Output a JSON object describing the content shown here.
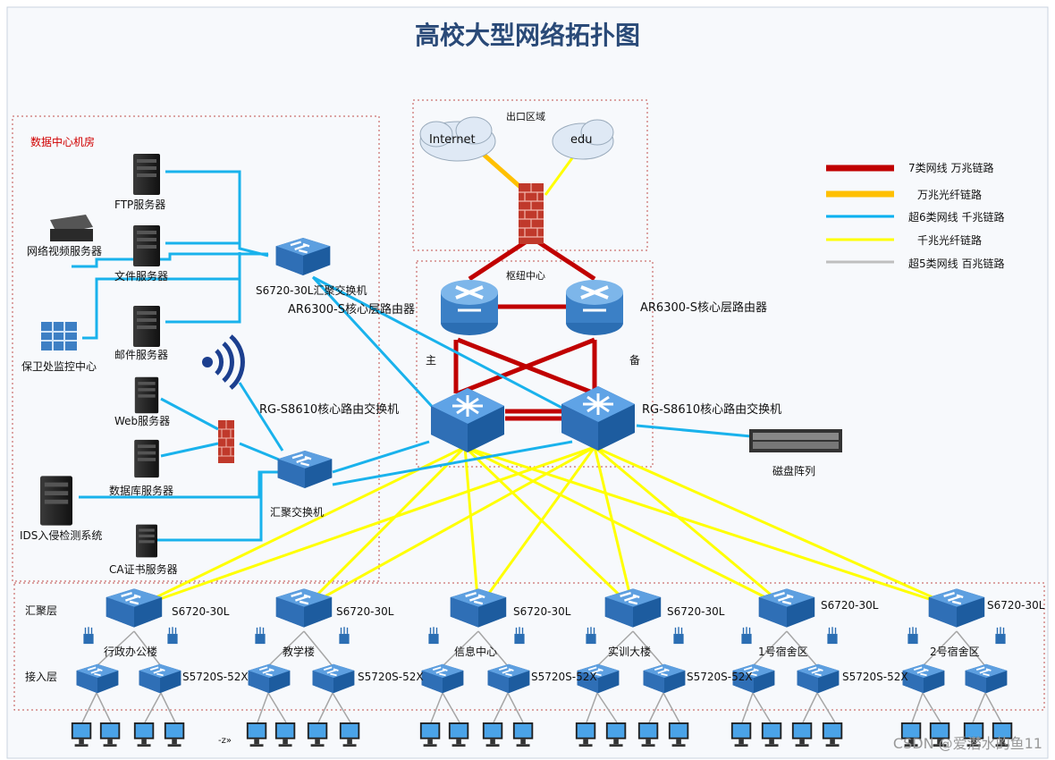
{
  "title": "高校大型网络拓扑图",
  "zones": {
    "data_center": "数据中心机房",
    "exit_zone": "出口区域",
    "hub": "枢纽中心",
    "aggregation_layer": "汇聚层",
    "access_layer": "接入层"
  },
  "clouds": [
    "Internet",
    "edu"
  ],
  "servers": {
    "ftp": "FTP服务器",
    "video": "网络视频服务器",
    "file": "文件服务器",
    "mail": "邮件服务器",
    "web": "Web服务器",
    "db": "数据库服务器",
    "ids": "IDS入侵检测系统",
    "ca": "CA证书服务器",
    "security": "保卫处监控中心"
  },
  "devices": {
    "dc_switch": "S6720-30L汇聚交换机",
    "router_left": "AR6300-S核心层路由器",
    "router_right": "AR6300-S核心层路由器",
    "core_left": "RG-S8610核心路由交换机",
    "core_right": "RG-S8610核心路由交换机",
    "agg_switch": "汇聚交换机",
    "storage": "磁盘阵列",
    "main": "主",
    "backup": "备"
  },
  "legend": [
    {
      "label": "7类网线 万兆链路",
      "color": "#c00000"
    },
    {
      "label": "万兆光纤链路",
      "color": "#ffc000"
    },
    {
      "label": "超6类网线 千兆链路",
      "color": "#00b0f0"
    },
    {
      "label": "千兆光纤链路",
      "color": "#ffff00"
    },
    {
      "label": "超5类网线 百兆链路",
      "color": "#bfbfbf"
    }
  ],
  "buildings": [
    {
      "agg_model": "S6720-30L",
      "name": "行政办公楼",
      "access_model": "S5720S-52X"
    },
    {
      "agg_model": "S6720-30L",
      "name": "教学楼",
      "access_model": "S5720S-52X"
    },
    {
      "agg_model": "S6720-30L",
      "name": "信息中心",
      "access_model": "S5720S-52X"
    },
    {
      "agg_model": "S6720-30L",
      "name": "实训大楼",
      "access_model": "S5720S-52X"
    },
    {
      "agg_model": "S6720-30L",
      "name": "1号宿舍区",
      "access_model": "S5720S-52X"
    },
    {
      "agg_model": "S6720-30L",
      "name": "2号宿舍区",
      "access_model": ""
    }
  ],
  "misc": {
    "arrow_text": "-z»"
  },
  "watermark": "CSDN @爱潜水的鱼11"
}
